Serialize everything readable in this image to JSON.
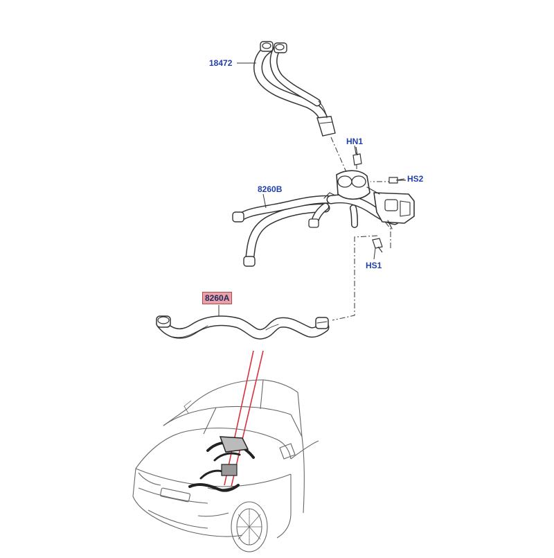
{
  "labels": {
    "part_18472": "18472",
    "part_hn1": "HN1",
    "part_hs2": "HS2",
    "part_8260b": "8260B",
    "part_hs1": "HS1",
    "part_8260a": "8260A"
  },
  "colors": {
    "callout_text": "#1f3fae",
    "highlight_fill": "#e9a0a6",
    "highlight_border": "#b7474f",
    "pointer_red": "#d9303a",
    "line_art": "#333333"
  }
}
